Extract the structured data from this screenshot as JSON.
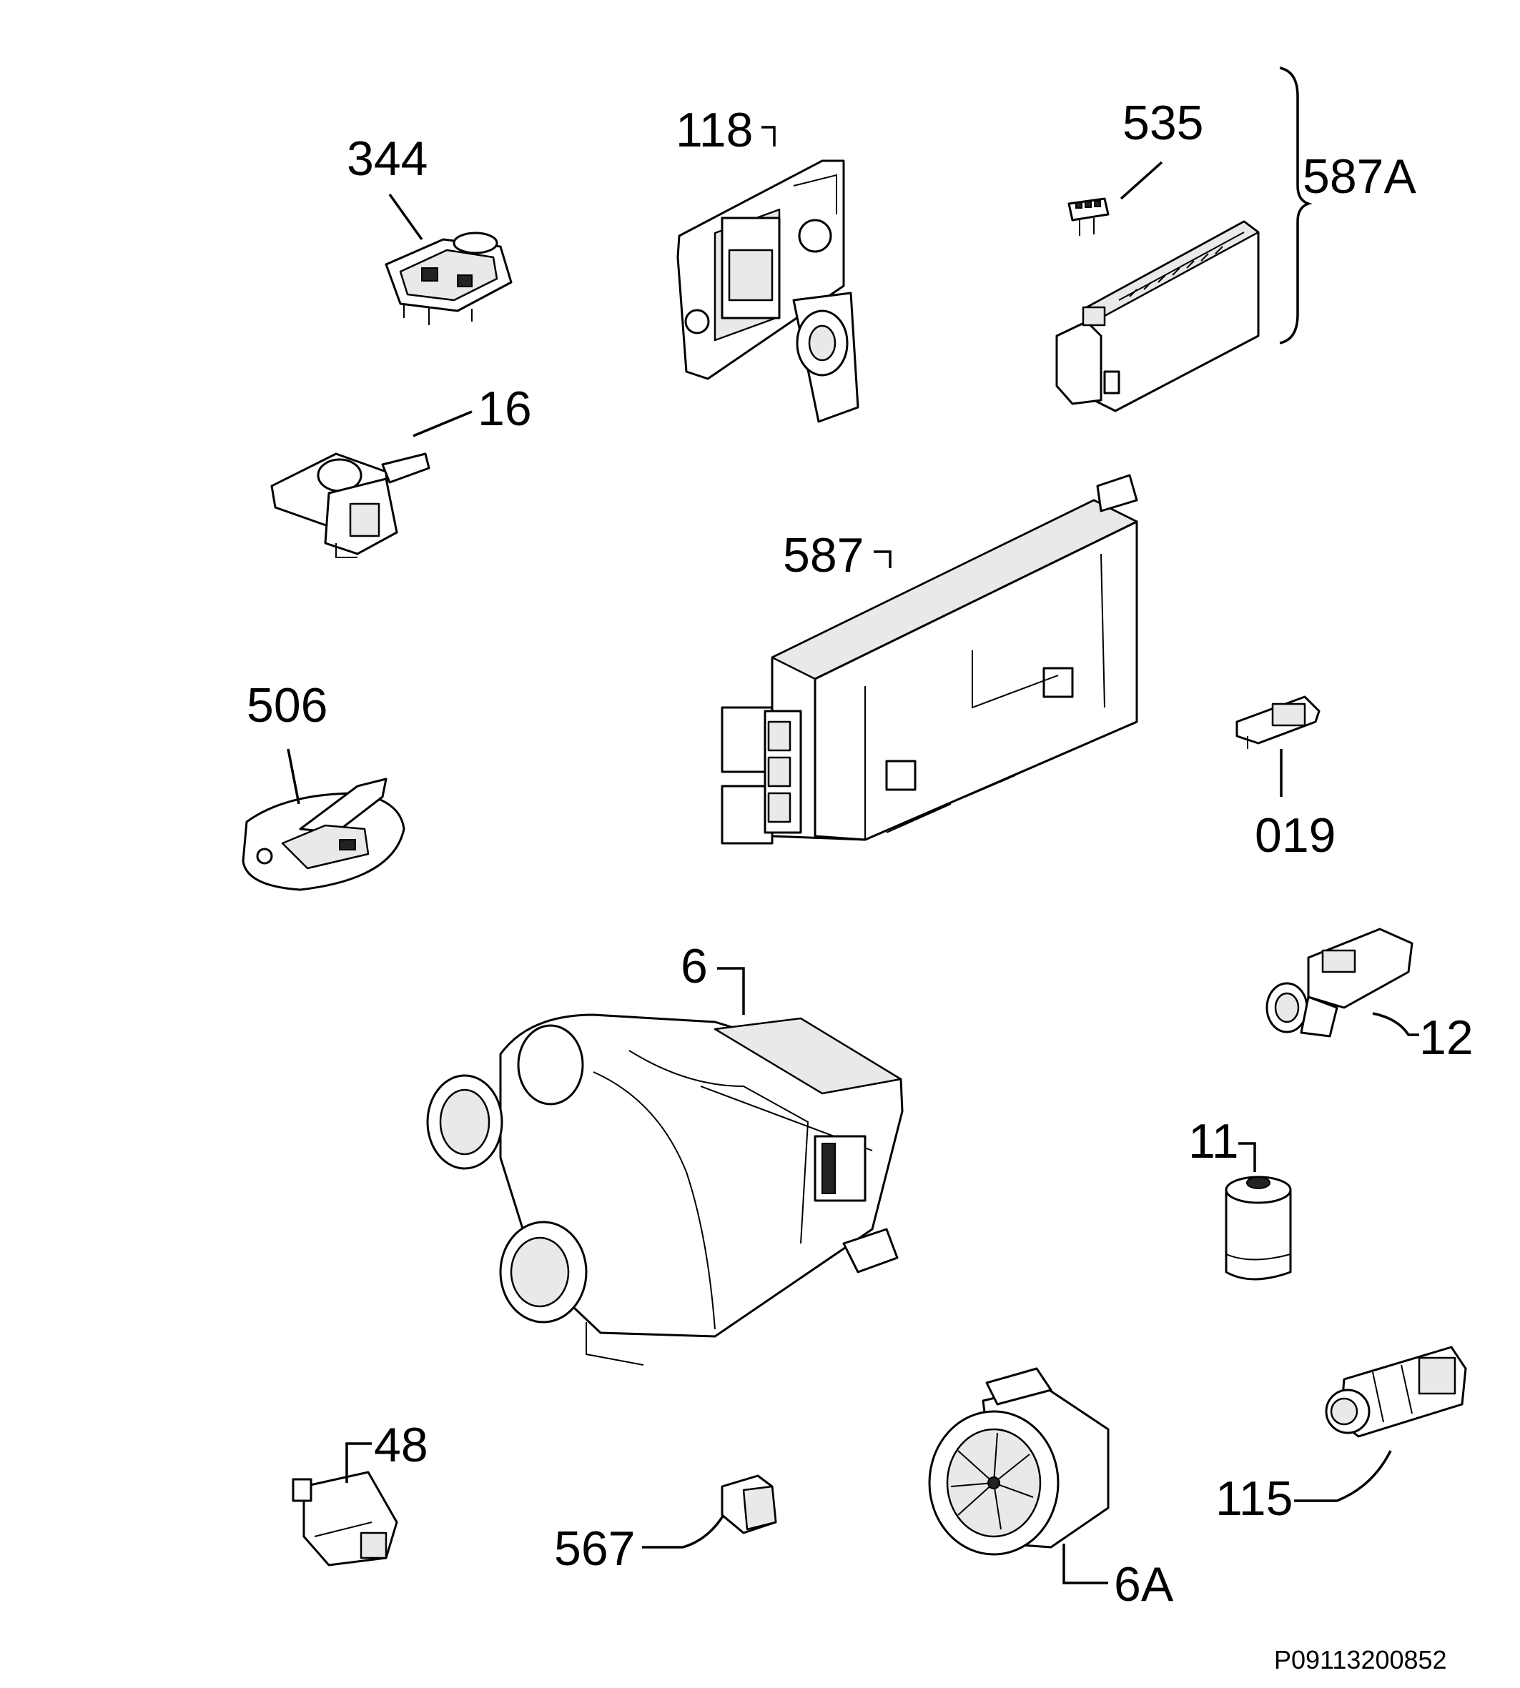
{
  "labels": {
    "l344": "344",
    "l118": "118",
    "l535": "535",
    "l587A": "587A",
    "l16": "16",
    "l587": "587",
    "l506": "506",
    "l019": "019",
    "l6": "6",
    "l12": "12",
    "l11": "11",
    "l48": "48",
    "l567": "567",
    "l6A": "6A",
    "l115": "115"
  },
  "diagram_code": "P09113200852"
}
